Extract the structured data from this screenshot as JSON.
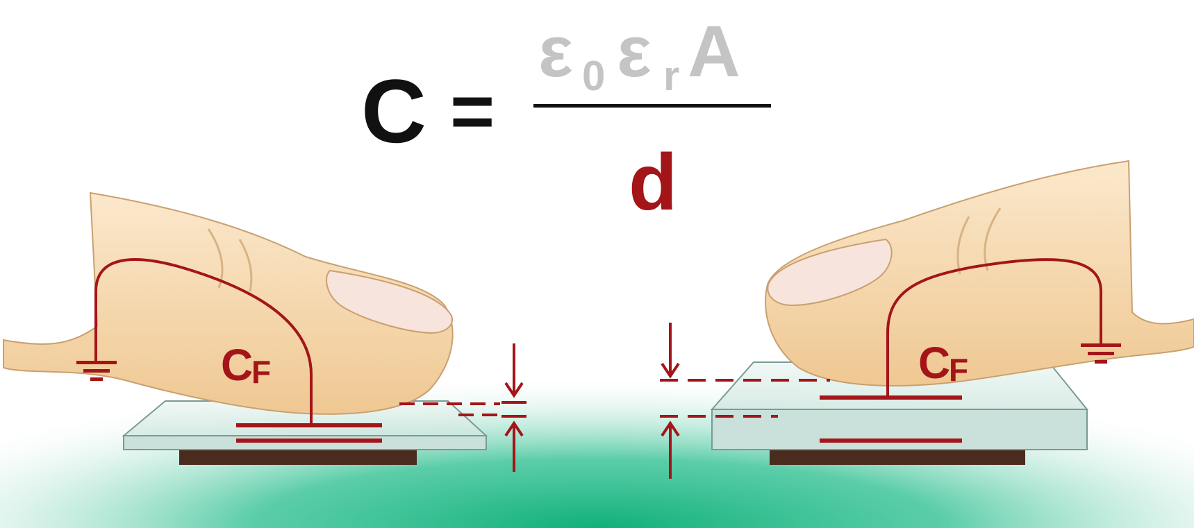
{
  "formula": {
    "lhs": "C",
    "equals": "=",
    "numerator": {
      "epsilon_0": "ε",
      "sub_0": "0",
      "epsilon_r": "ε",
      "sub_r": "r",
      "area": "A"
    },
    "denominator": "d"
  },
  "left_sensor": {
    "label_main": "C",
    "label_sub": "F"
  },
  "right_sensor": {
    "label_main": "C",
    "label_sub": "F"
  },
  "colors": {
    "accent_red": "#a31518",
    "numerator_gray": "#c4c4c4",
    "teal_glow": "#10b07a",
    "skin": "#f4d7ac",
    "glass": "#d8ece6",
    "base_plate": "#4a2c1e",
    "black": "#111111"
  }
}
